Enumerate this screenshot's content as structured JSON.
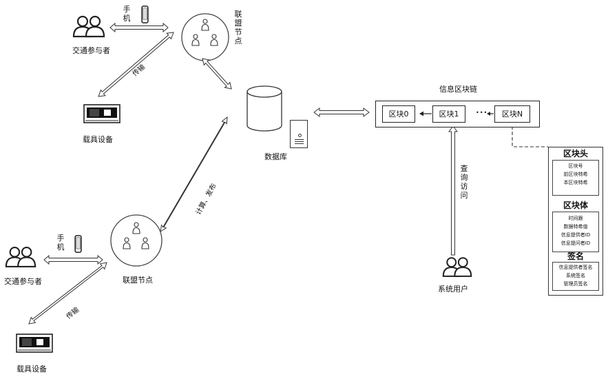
{
  "top_group": {
    "participant_label": "交通参与者",
    "phone_label": "手机",
    "vehicle_label": "载具设备",
    "transfer_label": "传输",
    "node_label": "联盟节点"
  },
  "bottom_group": {
    "participant_label": "交通参与者",
    "phone_label": "手机",
    "vehicle_label": "载具设备",
    "transfer_label": "传输",
    "node_label": "联盟节点"
  },
  "compute_label": "计算、发布",
  "database_label": "数据库",
  "chain": {
    "title": "信息区块链",
    "blocks": [
      "区块0",
      "区块1",
      "区块N"
    ],
    "ellipsis": "•••"
  },
  "query_label": "查询访问",
  "system_user_label": "系统用户",
  "block_detail": {
    "header": {
      "title": "区块头",
      "items": [
        "区块号",
        "前区块特希",
        "本区块特希"
      ]
    },
    "body": {
      "title": "区块体",
      "items": [
        "时间跟",
        "数据特希值",
        "信息提供者ID",
        "信息提问者ID"
      ]
    },
    "signature": {
      "title": "签名",
      "items": [
        "信息提供者签名",
        "系统签名",
        "管理员签名"
      ]
    }
  }
}
